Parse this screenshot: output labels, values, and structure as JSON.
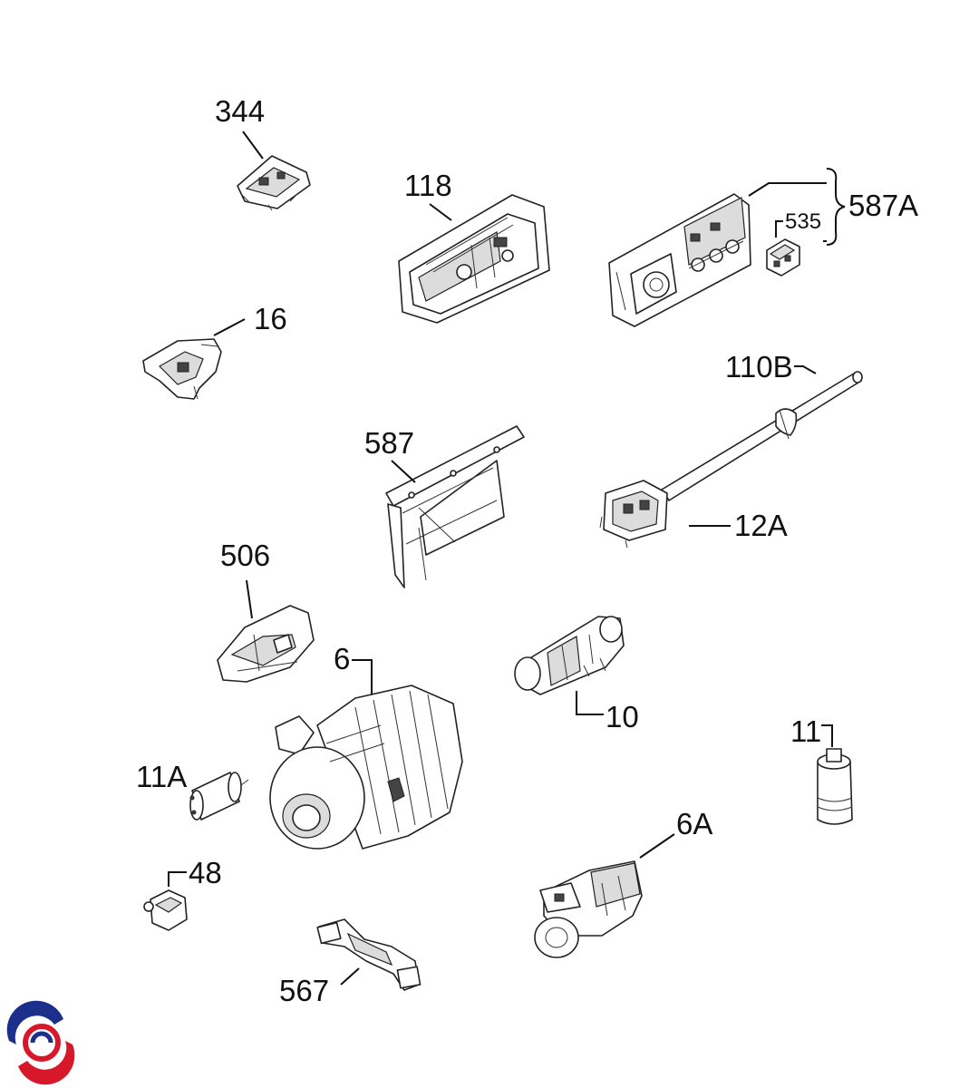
{
  "labels": {
    "p344": "344",
    "p118": "118",
    "p587A": "587A",
    "p535": "535",
    "p16": "16",
    "p110B": "110B",
    "p587": "587",
    "p12A": "12A",
    "p506": "506",
    "p6": "6",
    "p10": "10",
    "p11": "11",
    "p11A": "11A",
    "p6A": "6A",
    "p48": "48",
    "p567": "567"
  },
  "colors": {
    "line": "#111111",
    "logo_blue": "#1c2f8a",
    "logo_red": "#d7182a"
  }
}
